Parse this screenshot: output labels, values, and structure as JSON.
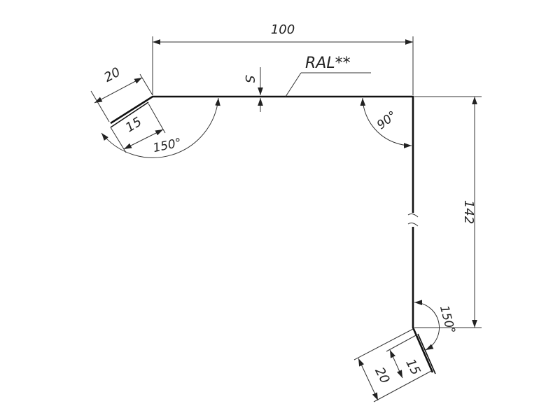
{
  "drawing": {
    "width_label": "100",
    "height_label": "142",
    "coating_label": "RAL**",
    "thickness_label": "S",
    "top_left_flange": {
      "outer_label": "20",
      "inner_label": "15",
      "angle_label": "150°"
    },
    "top_right_corner": {
      "angle_label": "90°"
    },
    "bottom_flange": {
      "outer_label": "20",
      "inner_label": "15",
      "angle_label": "150°"
    }
  }
}
